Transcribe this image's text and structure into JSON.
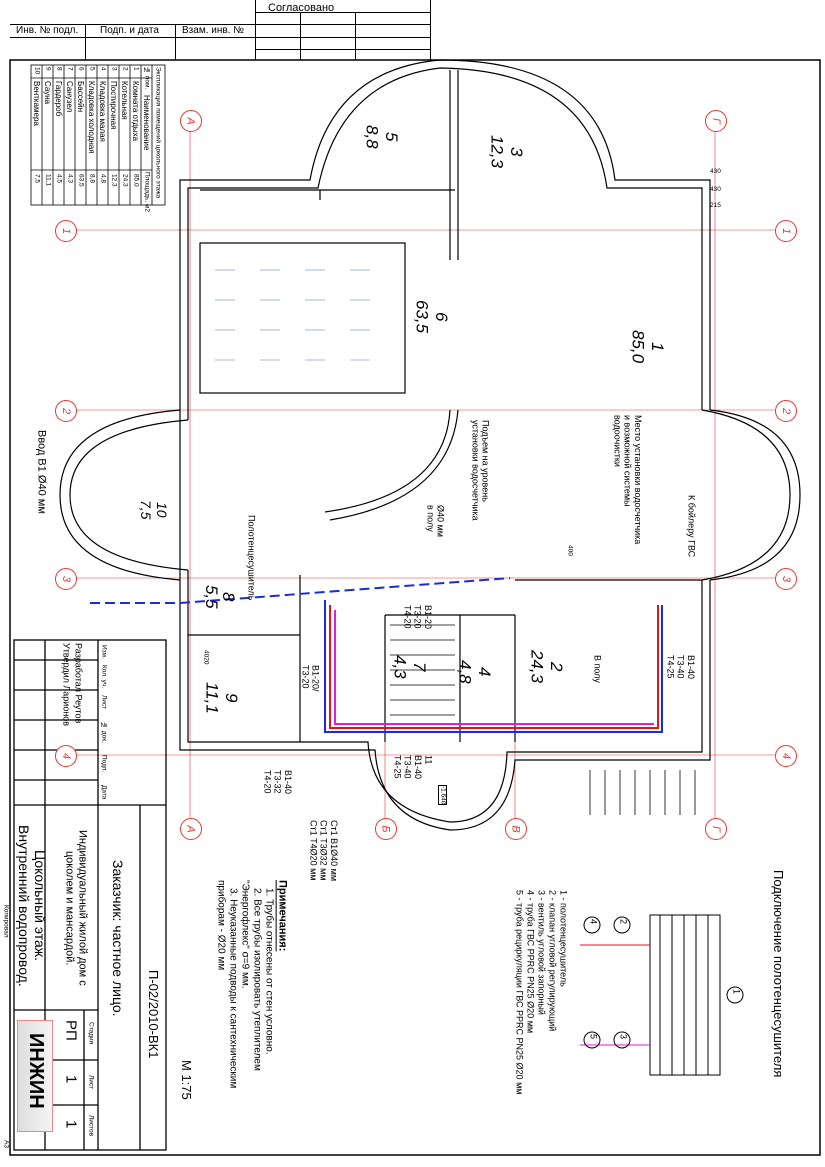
{
  "header": {
    "approved_label": "Согласовано",
    "inv_orig": "Инв. № подл.",
    "sign_date": "Подп. и дата",
    "replace_inv": "Взам. инв. №"
  },
  "room_table": {
    "title": "Экспликация помещений цокольного этажа",
    "col_num": "№ пом.",
    "col_name": "Наименование",
    "col_area": "Площадь, м2",
    "rows": [
      {
        "n": "1",
        "name": "Комната отдыха",
        "area": "85,0"
      },
      {
        "n": "2",
        "name": "Котельная",
        "area": "24,3"
      },
      {
        "n": "3",
        "name": "Постирочная",
        "area": "12,3"
      },
      {
        "n": "4",
        "name": "Кладовка малая",
        "area": "4,8"
      },
      {
        "n": "5",
        "name": "Кладовка холодная",
        "area": "8,8"
      },
      {
        "n": "6",
        "name": "Бассейн",
        "area": "63,5"
      },
      {
        "n": "7",
        "name": "Санузел",
        "area": "4,3"
      },
      {
        "n": "8",
        "name": "Гардероб",
        "area": "4,5"
      },
      {
        "n": "9",
        "name": "Сауна",
        "area": "11,1"
      },
      {
        "n": "10",
        "name": "Венткамера",
        "area": "7,5"
      }
    ]
  },
  "rooms": [
    {
      "n": "5",
      "area": "8,8"
    },
    {
      "n": "3",
      "area": "12,3"
    },
    {
      "n": "6",
      "area": "63,5"
    },
    {
      "n": "1",
      "area": "85,0"
    },
    {
      "n": "10",
      "area": "7,5"
    },
    {
      "n": "8",
      "area": "5,5"
    },
    {
      "n": "9",
      "area": "11,1"
    },
    {
      "n": "7",
      "area": "4,3"
    },
    {
      "n": "4",
      "area": "4,8"
    },
    {
      "n": "2",
      "area": "24,3"
    }
  ],
  "axes": {
    "a": "А",
    "b": "Б",
    "v": "В",
    "g": "Г",
    "n1": "1",
    "n2": "2",
    "n3": "3",
    "n4": "4"
  },
  "annotations": {
    "inlet": "Ввод В1 Ø40 мм",
    "towel_dryer": "Полотенцесушитель",
    "floor40": "Ø40 мм\nв полу",
    "rise": "Подъем на уровень\nустановки водосчетчика",
    "meter": "Место установки водосчетчика\nи возможной системы\nводоочистки",
    "boiler": "К бойлеру ГВС",
    "in_floor": "В полу",
    "pipes_a": "В1-20\nТ3-20\nТ4-20",
    "pipes_b": "В1-20/\nТ3-20",
    "pipes_c": "В1-40\nТ3-40\nТ4-25",
    "pipes_d": "11\nВ1-40\nТ3-40\nТ4-25",
    "pipes_e": "В1-40\nТ3-32\nТ4-20",
    "risers": "Ст1 В1Ø40 мм\nСт1 Т3Ø32 мм\nСт1 Т4Ø20 мм",
    "level": "-1.640",
    "dim_430a": "430",
    "dim_430b": "430",
    "dim_215": "215",
    "dim_400": "400",
    "dim_4020": "4020"
  },
  "notes": {
    "title": "Примечания:",
    "items": [
      "1. Трубы отнесены от стен условно.",
      "2. Все трубы изолировать утеплителем",
      "\"Энергофлекс\" σ=9 мм.",
      "3. Неуказанные подводы к сантехническим",
      "приборам - Ø20 мм"
    ]
  },
  "legend": {
    "title": "Подключение полотенцесушителя",
    "markers": [
      "1",
      "2",
      "3",
      "4",
      "5"
    ],
    "items": [
      "1 - полотенцесушитель",
      "2 - клапан угловой регулирующий",
      "3 - вентиль угловой запорный",
      "4 - труба ГВС PPRC PN25 Ø20 мм",
      "5 - труба рециркуляции ГВС PPRC PN25 Ø20 мм"
    ]
  },
  "title_block": {
    "code": "П-02/2010-ВК1",
    "customer": "Заказчик: частное лицо.",
    "scale": "М 1:75",
    "object": "Индивидуальный жилой дом с\nцоколем и мансардой.",
    "sheet_title": "Цокольный этаж.\nВнутренний водопровод.",
    "col_izm": "Изм.",
    "col_kol": "Кол. уч.",
    "col_list": "Лист",
    "col_doc": "№ док.",
    "col_sign": "Подп.",
    "col_date": "Дата",
    "developed": "Разработал",
    "developer": "Реутов",
    "approved": "Утвердил",
    "approver": "Ларионов",
    "stage_label": "Стадия",
    "sheet_label": "Лист",
    "sheets_label": "Листов",
    "stage": "РП",
    "sheet": "1",
    "sheets": "1",
    "logo_text": "ИНЖИН",
    "copied": "Копировал",
    "format": "А3"
  },
  "colors": {
    "axis": "#e33333",
    "cold": "#1d2bd6",
    "hot": "#e3141e",
    "recirc": "#e01ee0",
    "wall": "#000000"
  }
}
